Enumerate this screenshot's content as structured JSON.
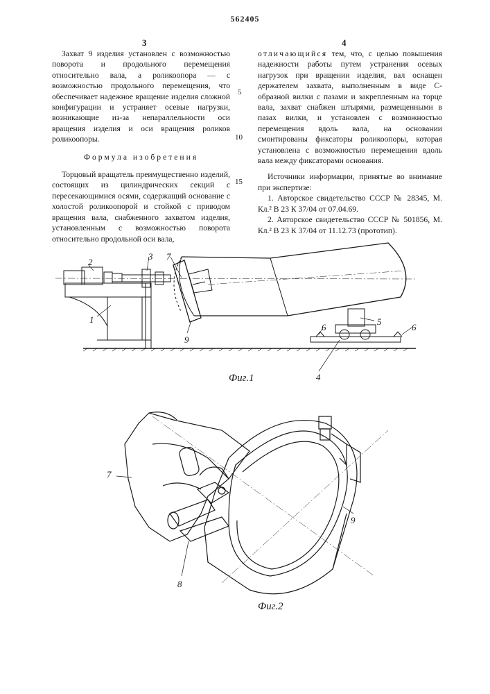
{
  "patent_number": "562405",
  "column_left_number": "3",
  "column_right_number": "4",
  "left_column": {
    "para1": "Захват 9 изделия установлен с возможностью поворота и продольного перемещения относительно вала, а роликоопора — с возможностью продольного перемещения, что обеспечивает надежное вращение изделия сложной конфигурации и устраняет осевые нагрузки, возникающие из-за непараллельности оси вращения изделия и оси вращения роликов роликоопоры.",
    "heading": "Формула изобретения",
    "para2": "Торцовый вращатель преимущественно изделий, состоящих из цилиндрических секций с пересекающимися осями, содержащий основание с холостой роликоопорой и стойкой с приводом вращения вала, снабженного захватом изделия, установленным с возможностью поворота относительно продольной оси вала,"
  },
  "right_column": {
    "spaced_lead": "отличающийся",
    "para1_rest": " тем, что, с целью повышения надежности работы путем устранения осевых нагрузок при вращении изделия, вал оснащен держателем захвата, выполненным в виде С-образной вилки с пазами и закрепленным на торце вала, захват снабжен штырями, размещенными в пазах вилки, и установлен с возможностью перемещения вдоль вала, на основании смонтированы фиксаторы роликоопоры, которая установлена с возможностью перемещения вдоль вала между фиксаторами основания.",
    "sources_title": "Источники информации, принятые во внимание при экспертизе:",
    "source1": "1. Авторское свидетельство СССР № 28345, М. Кл.² В 23 К 37/04 от 07.04.69.",
    "source2": "2. Авторское свидетельство СССР № 501856, М. Кл.² В 23 К 37/04 от 11.12.73 (прототип)."
  },
  "line_numbers": [
    "5",
    "10",
    "15"
  ],
  "figure1": {
    "caption": "Фиг.1",
    "labels": [
      "1",
      "2",
      "3",
      "7",
      "9",
      "4",
      "5",
      "6",
      "6"
    ]
  },
  "figure2": {
    "caption": "Фиг.2",
    "labels": [
      "7",
      "8",
      "9"
    ]
  }
}
